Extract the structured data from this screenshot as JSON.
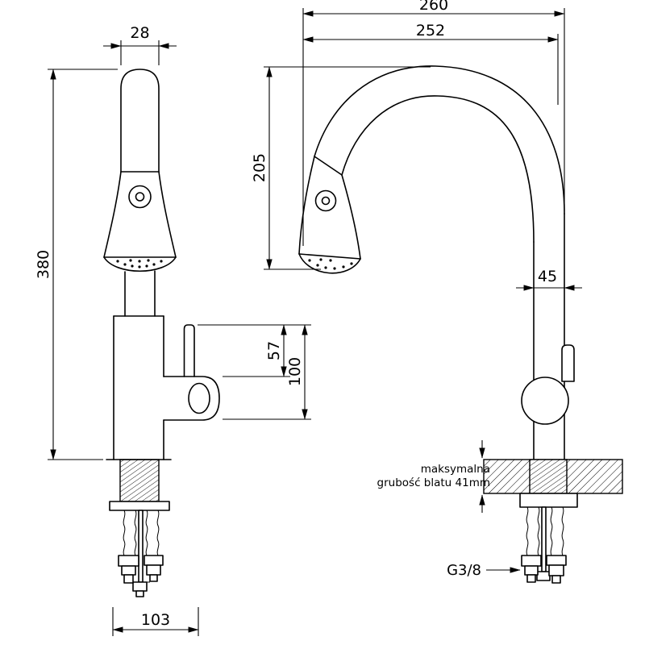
{
  "front_view": {
    "width_label": "28",
    "height_label": "380",
    "handle_height_label": "57",
    "body_height_label": "100",
    "base_width_label": "103"
  },
  "side_view": {
    "depth_label": "260",
    "reach_label": "252",
    "spout_height_label": "205",
    "body_width_label": "45",
    "counter_note_line1": "maksymalna",
    "counter_note_line2": "grubość blatu 41mm",
    "thread_label": "G3/8"
  }
}
